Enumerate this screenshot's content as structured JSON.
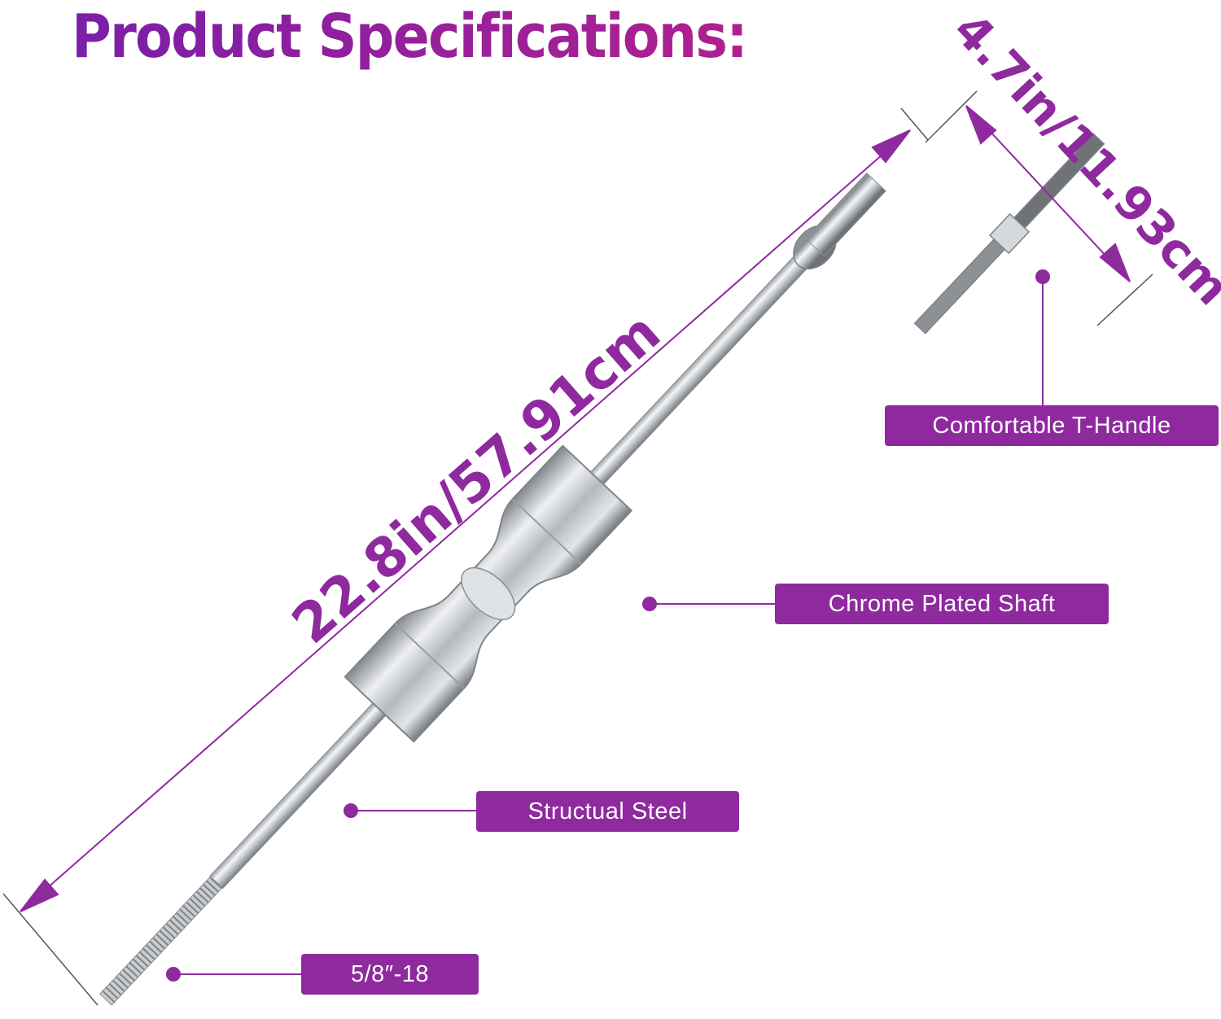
{
  "title": "Product Specifications:",
  "dimensions": {
    "length": "22.8in/57.91cm",
    "handle_width": "4.7in/11.93cm"
  },
  "callouts": {
    "t_handle": "Comfortable T-Handle",
    "chrome_shaft": "Chrome Plated Shaft",
    "steel": "Structual Steel",
    "thread": "5/8″-18"
  },
  "colors": {
    "accent": "#8E2A9E",
    "title_gradient_start": "#7A1FA8",
    "title_gradient_end": "#B0208F",
    "steel": "#C8CCD0"
  }
}
